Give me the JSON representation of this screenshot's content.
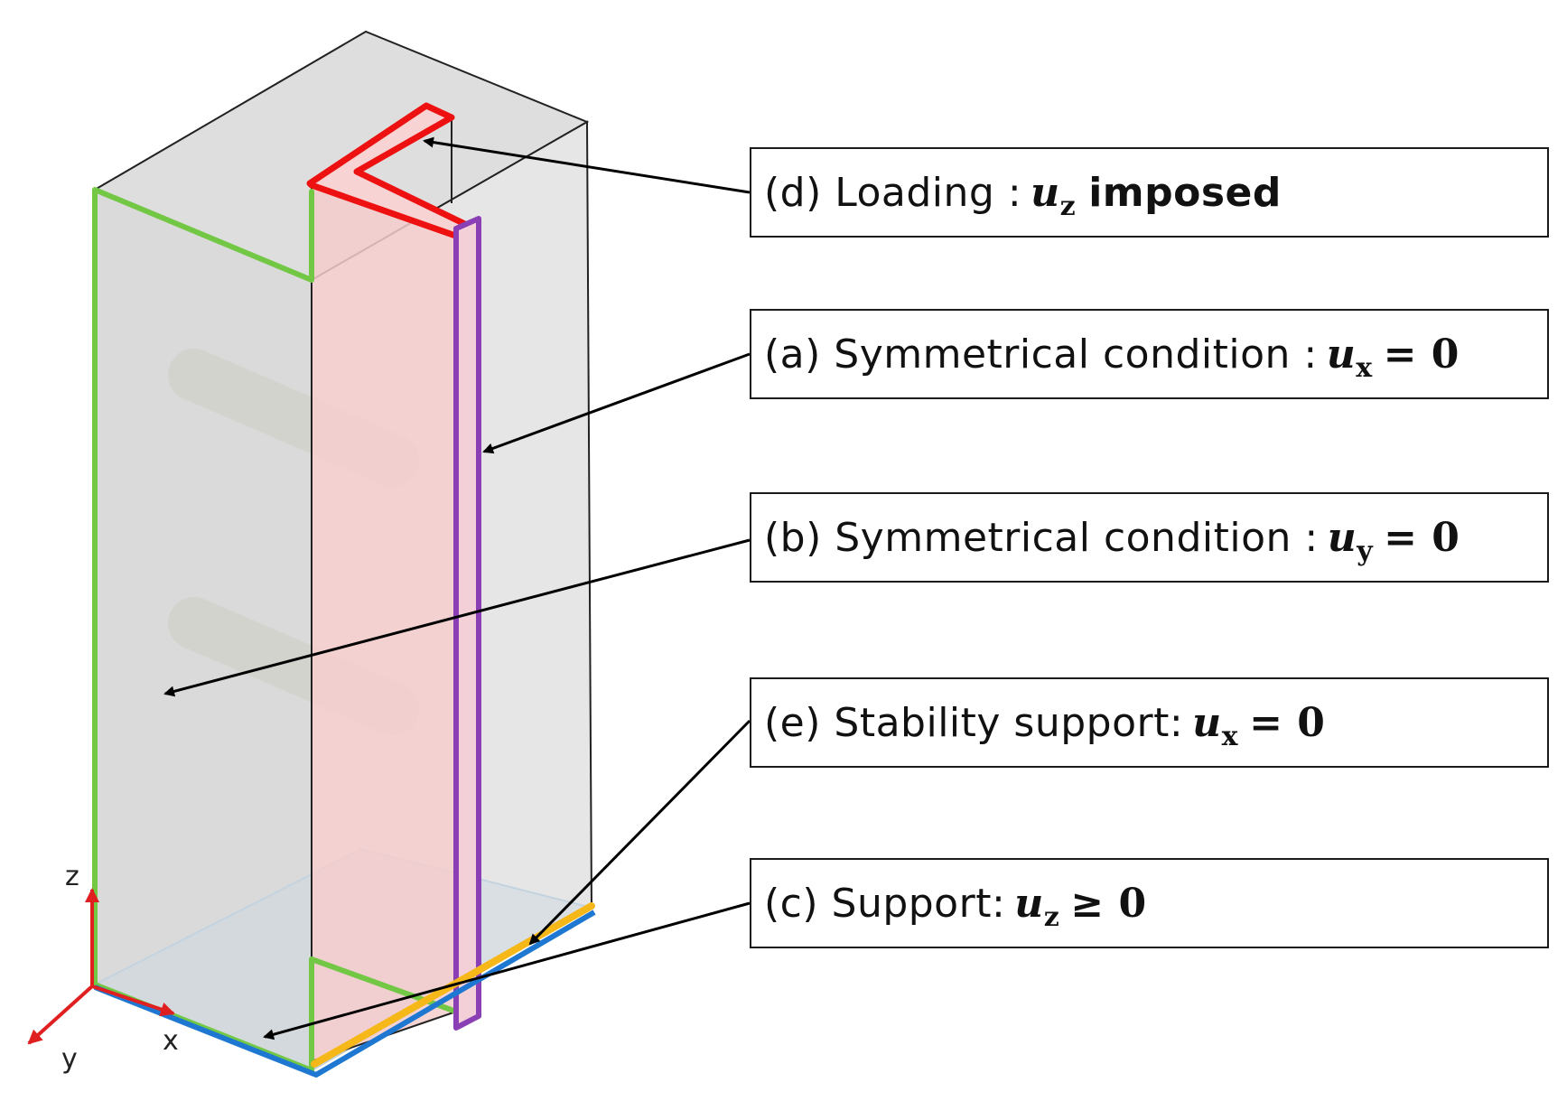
{
  "labels": {
    "d": {
      "prefix": "(d) Loading :",
      "var": "u",
      "sub": "z",
      "rest": "",
      "extra": "imposed"
    },
    "a": {
      "prefix": "(a) Symmetrical condition :",
      "var": "u",
      "sub": "x",
      "rest": "= 0",
      "extra": ""
    },
    "b": {
      "prefix": "(b) Symmetrical condition :",
      "var": "u",
      "sub": "y",
      "rest": "= 0",
      "extra": ""
    },
    "e": {
      "prefix": "(e) Stability support:",
      "var": "u",
      "sub": "x",
      "rest": "= 0",
      "extra": ""
    },
    "c": {
      "prefix": "(c) Support:",
      "var": "u",
      "sub": "z",
      "rest": "≥ 0",
      "extra": ""
    }
  },
  "axes": {
    "x": "x",
    "y": "y",
    "z": "z"
  },
  "colors": {
    "loading": "#ee1111",
    "symmetry_x": "#8a3fb5",
    "symmetry_y": "#72c845",
    "stability_support": "#f5b818",
    "support": "#1e78d2",
    "axis": "#e02020",
    "block_fill": "#d9d9d9",
    "profile_fill": "#f7d3d3"
  }
}
